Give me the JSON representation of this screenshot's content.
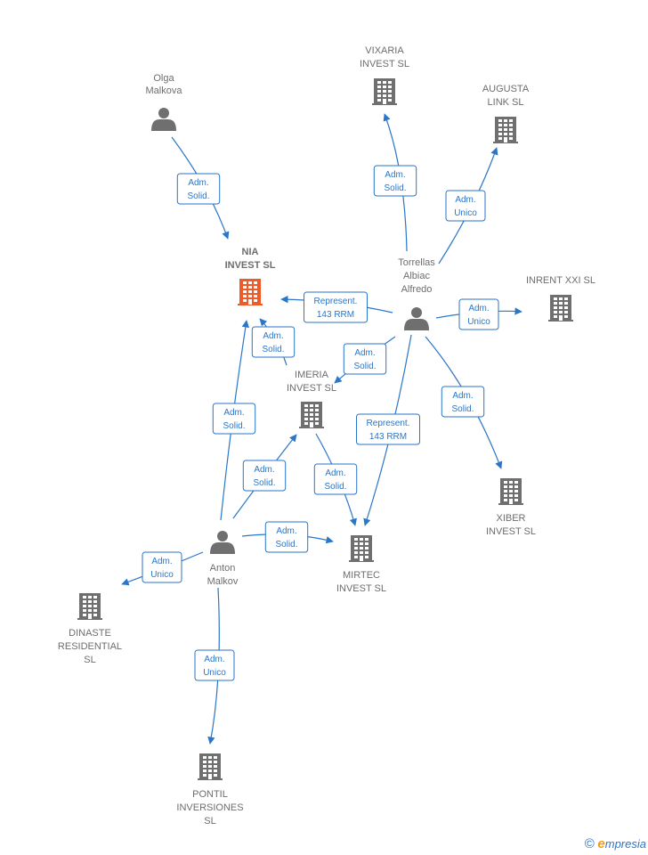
{
  "colors": {
    "edge": "#2a76c9",
    "node": "#6f6f6f",
    "highlight": "#f05a28",
    "text": "#6d6d6d"
  },
  "nodes": [
    {
      "id": "olga",
      "type": "person",
      "lines": [
        "Olga",
        "Malkova"
      ]
    },
    {
      "id": "vixaria",
      "type": "company",
      "lines": [
        "VIXARIA",
        "INVEST SL"
      ]
    },
    {
      "id": "augusta",
      "type": "company",
      "lines": [
        "AUGUSTA",
        "LINK SL"
      ]
    },
    {
      "id": "nia",
      "type": "company",
      "highlight": true,
      "lines": [
        "NIA",
        "INVEST SL"
      ]
    },
    {
      "id": "torrellas",
      "type": "person",
      "lines": [
        "Torrellas",
        "Albiac",
        "Alfredo"
      ]
    },
    {
      "id": "inrent",
      "type": "company",
      "lines": [
        "INRENT XXI SL"
      ]
    },
    {
      "id": "imeria",
      "type": "company",
      "lines": [
        "IMERIA",
        "INVEST SL"
      ]
    },
    {
      "id": "xiber",
      "type": "company",
      "lines": [
        "XIBER",
        "INVEST SL"
      ]
    },
    {
      "id": "mirtec",
      "type": "company",
      "lines": [
        "MIRTEC",
        "INVEST SL"
      ]
    },
    {
      "id": "anton",
      "type": "person",
      "lines": [
        "Anton",
        "Malkov"
      ]
    },
    {
      "id": "dinaste",
      "type": "company",
      "lines": [
        "DINASTE",
        "RESIDENTIAL",
        "SL"
      ]
    },
    {
      "id": "pontil",
      "type": "company",
      "lines": [
        "PONTIL",
        "INVERSIONES",
        "SL"
      ]
    }
  ],
  "edges": [
    {
      "from": "olga",
      "to": "nia",
      "lines": [
        "Adm.",
        "Solid."
      ]
    },
    {
      "from": "torrellas",
      "to": "vixaria",
      "lines": [
        "Adm.",
        "Solid."
      ]
    },
    {
      "from": "torrellas",
      "to": "augusta",
      "lines": [
        "Adm.",
        "Unico"
      ]
    },
    {
      "from": "torrellas",
      "to": "nia",
      "lines": [
        "Represent.",
        "143 RRM"
      ]
    },
    {
      "from": "torrellas",
      "to": "inrent",
      "lines": [
        "Adm.",
        "Unico"
      ]
    },
    {
      "from": "torrellas",
      "to": "imeria",
      "lines": [
        "Adm.",
        "Solid."
      ]
    },
    {
      "from": "torrellas",
      "to": "mirtec",
      "lines": [
        "Represent.",
        "143 RRM"
      ]
    },
    {
      "from": "torrellas",
      "to": "xiber",
      "lines": [
        "Adm.",
        "Solid."
      ]
    },
    {
      "from": "imeria",
      "to": "nia",
      "lines": [
        "Adm.",
        "Solid."
      ]
    },
    {
      "from": "imeria",
      "to": "mirtec",
      "lines": [
        "Adm.",
        "Solid."
      ]
    },
    {
      "from": "anton",
      "to": "nia",
      "lines": [
        "Adm.",
        "Solid."
      ]
    },
    {
      "from": "anton",
      "to": "imeria",
      "lines": [
        "Adm.",
        "Solid."
      ]
    },
    {
      "from": "anton",
      "to": "mirtec",
      "lines": [
        "Adm.",
        "Solid."
      ]
    },
    {
      "from": "anton",
      "to": "dinaste",
      "lines": [
        "Adm.",
        "Unico"
      ]
    },
    {
      "from": "anton",
      "to": "pontil",
      "lines": [
        "Adm.",
        "Unico"
      ]
    }
  ],
  "footer": {
    "copyright": "©",
    "brand_initial": "e",
    "brand_rest": "mpresia"
  }
}
